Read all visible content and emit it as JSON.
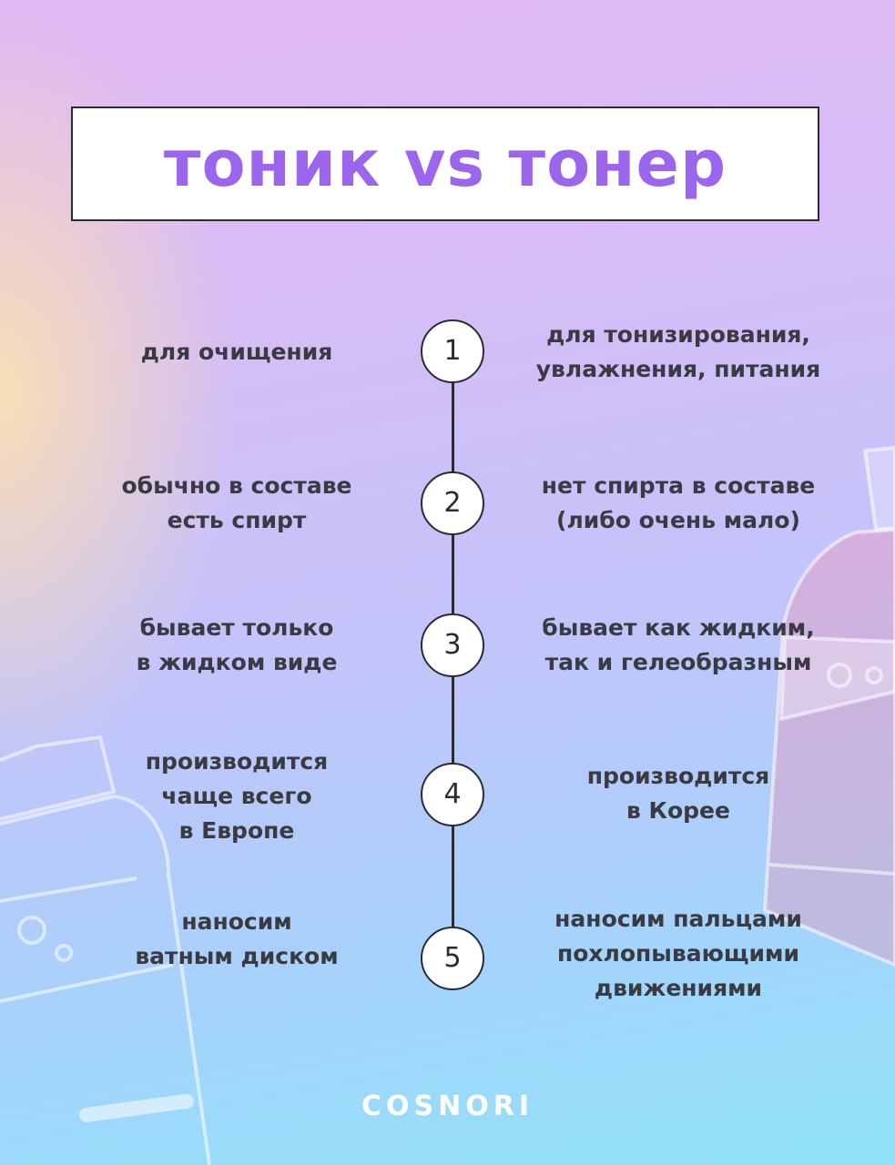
{
  "title": "тоник vs тонер",
  "rows": [
    {
      "number": "1",
      "left": [
        "для очищения"
      ],
      "right": [
        "для тонизирования,",
        "увлажнения, питания"
      ]
    },
    {
      "number": "2",
      "left": [
        "обычно в составе",
        "есть спирт"
      ],
      "right": [
        "нет спирта в составе",
        "(либо очень мало)"
      ]
    },
    {
      "number": "3",
      "left": [
        "бывает только",
        "в жидком виде"
      ],
      "right": [
        "бывает как жидким,",
        "так и гелеобразным"
      ]
    },
    {
      "number": "4",
      "left": [
        "производится",
        "чаще всего",
        "в Европе"
      ],
      "right": [
        "производится",
        "в Корее"
      ]
    },
    {
      "number": "5",
      "left": [
        "наносим",
        "ватным диском"
      ],
      "right": [
        "наносим пальцами",
        "похлопывающими",
        "движениями"
      ]
    }
  ],
  "brand": "COSNORI",
  "colors": {
    "title": "#9b66ec",
    "text": "#3a3a42",
    "line": "#2b2b33",
    "brand": "#ffffff"
  }
}
